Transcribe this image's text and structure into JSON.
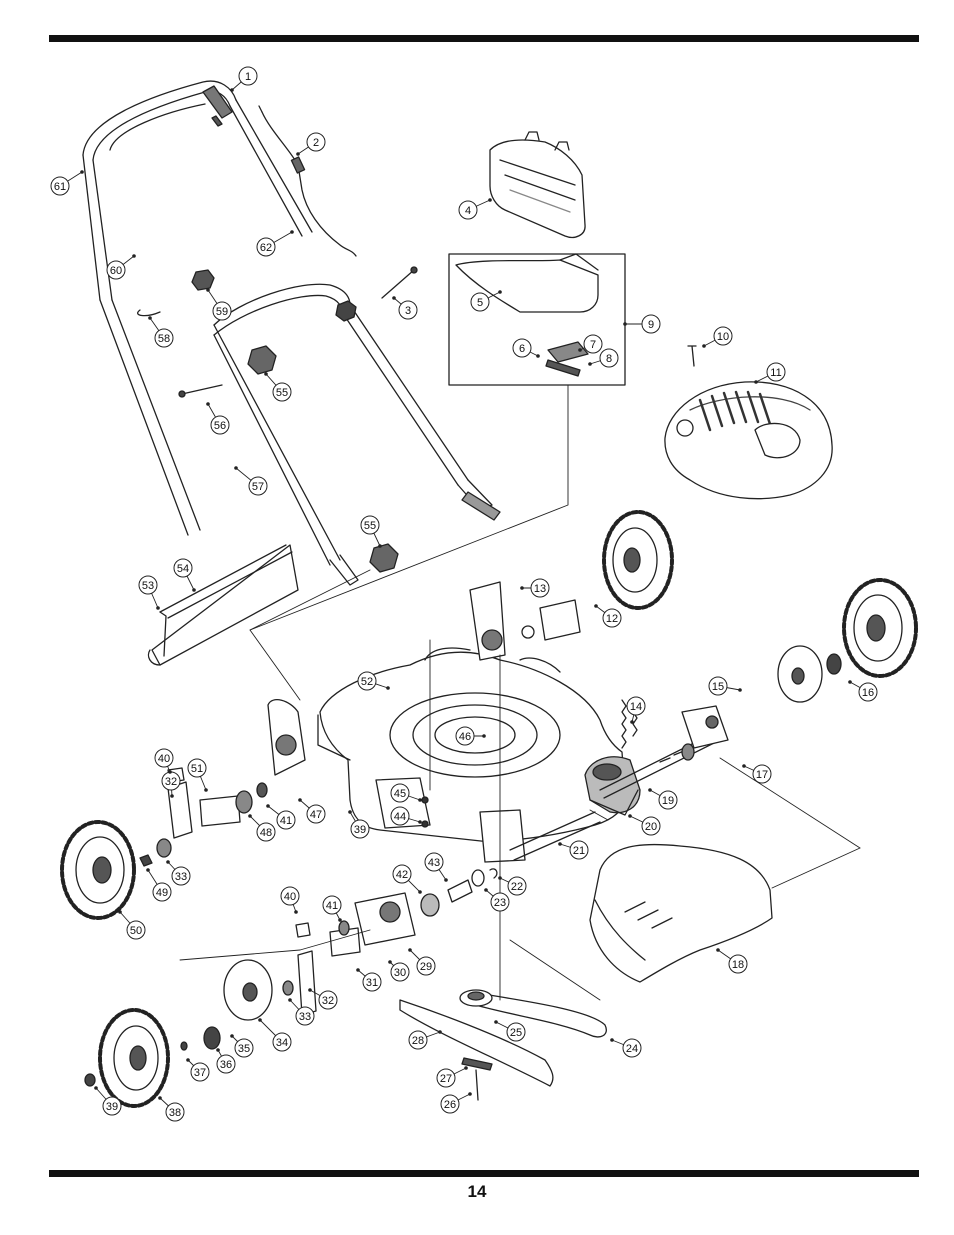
{
  "page": {
    "number": "14"
  },
  "callouts": [
    "1",
    "2",
    "3",
    "4",
    "5",
    "6",
    "7",
    "8",
    "9",
    "10",
    "11",
    "12",
    "13",
    "14",
    "15",
    "16",
    "17",
    "18",
    "19",
    "20",
    "21",
    "22",
    "23",
    "24",
    "25",
    "26",
    "27",
    "28",
    "29",
    "30",
    "31",
    "32",
    "32",
    "33",
    "33",
    "34",
    "35",
    "36",
    "37",
    "38",
    "39",
    "39",
    "40",
    "40",
    "41",
    "41",
    "42",
    "43",
    "44",
    "45",
    "46",
    "47",
    "48",
    "49",
    "50",
    "51",
    "52",
    "53",
    "54",
    "55",
    "55",
    "56",
    "57",
    "58",
    "59",
    "60",
    "61",
    "62"
  ]
}
